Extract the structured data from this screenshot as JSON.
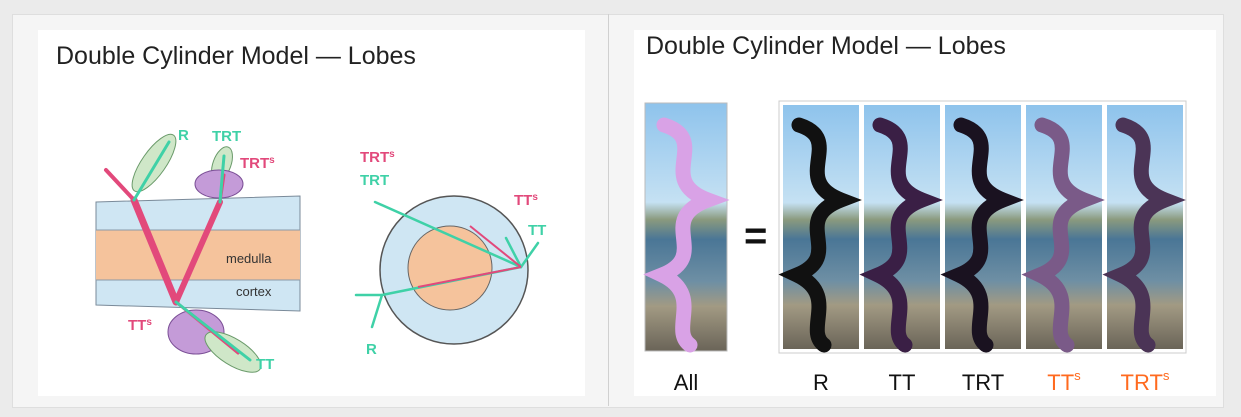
{
  "left_title": "Double Cylinder Model — Lobes",
  "right_title": "Double Cylinder Model — Lobes",
  "diagram": {
    "lobe_R": "R",
    "lobe_TRT": "TRT",
    "lobe_TRTs_base": "TRT",
    "lobe_TRTs_sup": "s",
    "medulla": "medulla",
    "cortex": "cortex",
    "lobe_TTs_base": "TT",
    "lobe_TTs_sup": "s",
    "lobe_TT": "TT"
  },
  "cross_section": {
    "trts_base": "TRT",
    "trts_sup": "s",
    "trt": "TRT",
    "tts_base": "TT",
    "tts_sup": "s",
    "tt": "TT",
    "r": "R"
  },
  "equals": "=",
  "renders": [
    {
      "label": "All",
      "sup": ""
    },
    {
      "label": "R",
      "sup": ""
    },
    {
      "label": "TT",
      "sup": ""
    },
    {
      "label": "TRT",
      "sup": ""
    },
    {
      "label": "TT",
      "sup": "s"
    },
    {
      "label": "TRT",
      "sup": "s"
    }
  ],
  "colors": {
    "pink": "#e2497b",
    "teal": "#3fd1a7",
    "highlight": "#ff6a1f",
    "medulla": "#f5c39c",
    "cortex": "#cfe6f3"
  }
}
